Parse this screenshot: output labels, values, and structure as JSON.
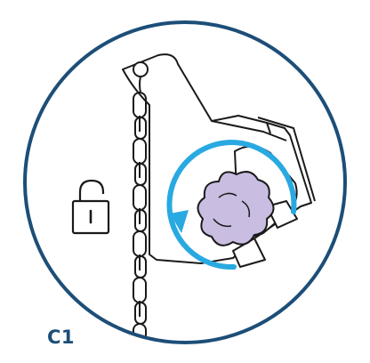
{
  "figure": {
    "step_label": "C1",
    "colors": {
      "frame": "#1c4e78",
      "label": "#1c4e78",
      "arrow": "#29a9e1",
      "knob_fill": "#c9bde2",
      "line": "#1a1a1a",
      "background": "#ffffff"
    },
    "icons": {
      "lock": "padlock-unlocked-icon",
      "rotation": "counterclockwise-arrow-icon",
      "knob": "star-knob",
      "chain": "hand-chain"
    }
  }
}
